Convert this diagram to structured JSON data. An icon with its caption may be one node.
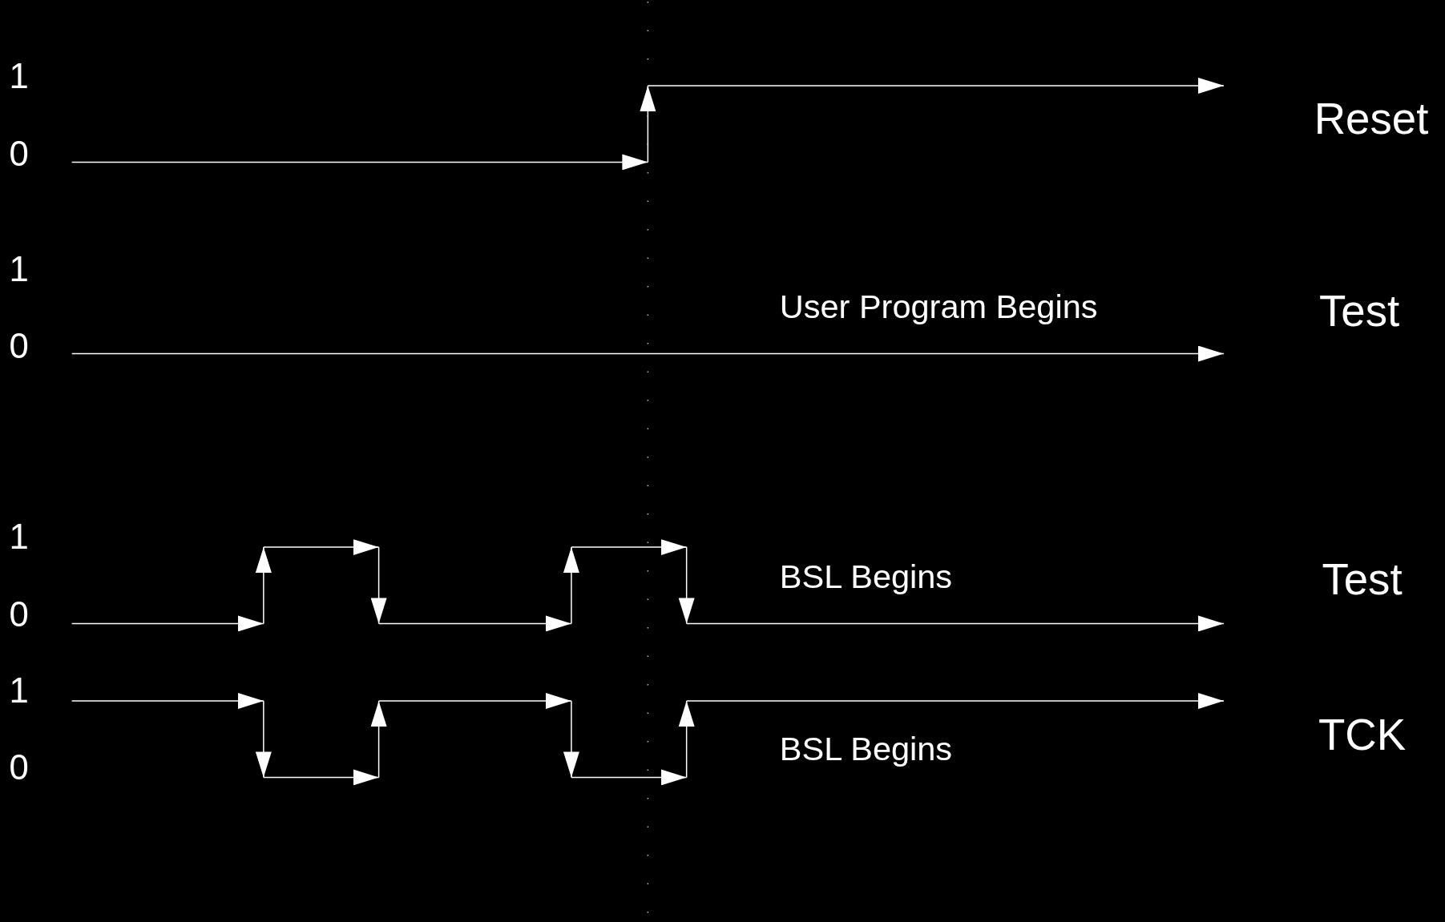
{
  "diagram": {
    "labels": [
      "1",
      "Reset",
      "0",
      "1",
      "User Program Begins",
      "Test",
      "0",
      "1",
      "BSL Begins",
      "Test",
      "0",
      "1",
      "TCK",
      "BSL Begins",
      "0"
    ]
  }
}
